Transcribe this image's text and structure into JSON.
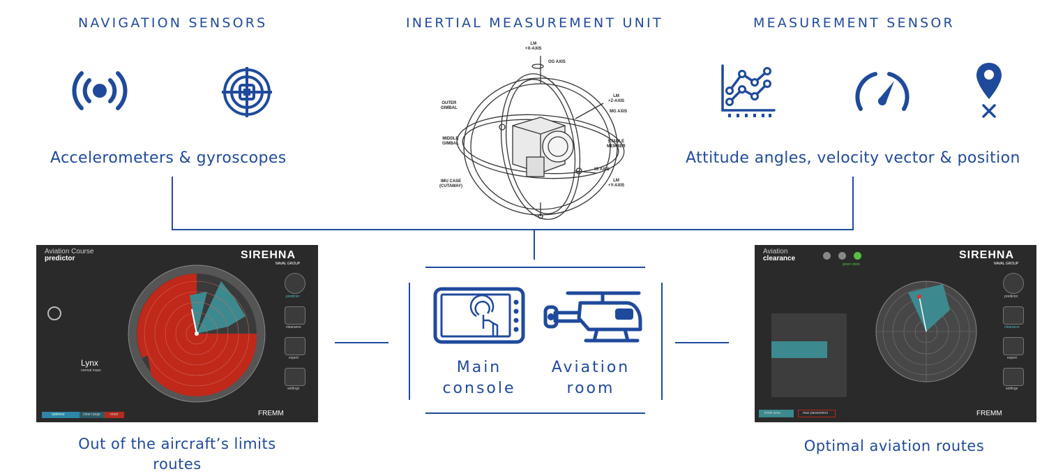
{
  "columns": {
    "navigation": {
      "heading": "NAVIGATION SENSORS",
      "subtitle": "Accelerometers & gyroscopes"
    },
    "imu": {
      "heading": "INERTIAL MEASUREMENT UNIT",
      "labels": {
        "lm_x": "LM\n+X-AXIS",
        "og_axis": "OG AXIS",
        "lm_z": "LM\n+Z-AXIS",
        "mg_axis": "MG AXIS",
        "outer_gimbal": "OUTER\nGIMBAL",
        "middle_gimbal": "MIDDLE\nGIMBAL",
        "stable_member": "STABLE\nMEMBER",
        "ig_axis": "IG AXIS",
        "lm_y": "LM\n+Y-AXIS",
        "imu_case": "IMU CASE\n(CUTAWAY)"
      }
    },
    "measurement": {
      "heading": "MEASUREMENT SENSOR",
      "subtitle": "Attitude angles, velocity vector & position"
    }
  },
  "center": {
    "main_console": "Main\nconsole",
    "aviation_room": "Aviation\nroom"
  },
  "left_screen": {
    "title": "Aviation Course",
    "subtitle": "predictor",
    "brand": "SIREHNA",
    "brand_sub": "NAVAL GROUP",
    "aircraft_name": "Lynx",
    "aircraft_sub": "normal mass",
    "ship": "FREMM",
    "side_items": [
      "predictor",
      "clearance",
      "expert",
      "settings"
    ],
    "bottom_buttons": [
      "optimise",
      "clear range",
      "reset"
    ],
    "caption": "Out of the aircraft’s limits\nroutes"
  },
  "right_screen": {
    "title": "Aviation",
    "subtitle": "clearance",
    "brand": "SIREHNA",
    "brand_sub": "NAVAL GROUP",
    "green_text": "green deck",
    "ship": "FREMM",
    "side_items": [
      "predictor",
      "clearance",
      "expert",
      "settings"
    ],
    "bottom_buttons": [
      "limits area",
      "max parameters"
    ],
    "caption": "Optimal aviation routes"
  },
  "colors": {
    "brand_blue": "#1f4a9c",
    "screen_bg": "#2a2a2a",
    "red_zone": "#c0281a",
    "teal_zone": "#3c8a8f"
  }
}
